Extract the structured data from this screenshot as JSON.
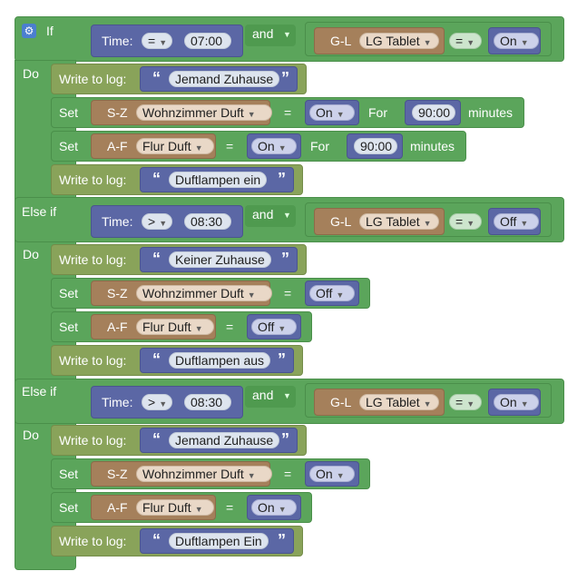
{
  "labels": {
    "if": "If",
    "do": "Do",
    "else_if": "Else if",
    "and": "and",
    "time": "Time:",
    "write_to_log": "Write to log:",
    "set": "Set",
    "for": "For",
    "minutes": "minutes",
    "quote_open": "“",
    "quote_close": "”"
  },
  "conditions": [
    {
      "op": "=",
      "time": "07:00",
      "device_prefix": "G-L",
      "device": "LG Tablet",
      "eq": "=",
      "value": "On"
    },
    {
      "op": ">",
      "time": "08:30",
      "device_prefix": "G-L",
      "device": "LG Tablet",
      "eq": "=",
      "value": "Off"
    },
    {
      "op": ">",
      "time": "08:30",
      "device_prefix": "G-L",
      "device": "LG Tablet",
      "eq": "=",
      "value": "On"
    }
  ],
  "branches": [
    {
      "log1": "Jemand Zuhause",
      "set1": {
        "prefix": "S-Z",
        "device": "Wohnzimmer Duft",
        "eq": "=",
        "value": "On",
        "for": "90:00"
      },
      "set2": {
        "prefix": "A-F",
        "device": "Flur Duft",
        "eq": "=",
        "value": "On",
        "for": "90:00"
      },
      "log2": "Duftlampen ein"
    },
    {
      "log1": "Keiner Zuhause",
      "set1": {
        "prefix": "S-Z",
        "device": "Wohnzimmer Duft",
        "eq": "=",
        "value": "Off"
      },
      "set2": {
        "prefix": "A-F",
        "device": "Flur Duft",
        "eq": "=",
        "value": "Off"
      },
      "log2": "Duftlampen aus"
    },
    {
      "log1": "Jemand Zuhause",
      "set1": {
        "prefix": "S-Z",
        "device": "Wohnzimmer Duft",
        "eq": "=",
        "value": "On"
      },
      "set2": {
        "prefix": "A-F",
        "device": "Flur Duft",
        "eq": "=",
        "value": "On"
      },
      "log2": "Duftlampen Ein"
    }
  ],
  "icons": {
    "settings": "gear-icon",
    "dropdown": "dropdown-arrow-icon"
  },
  "colors": {
    "logic": "#5ba55b",
    "log": "#89a35a",
    "value": "#5b67a5",
    "device": "#a5805b",
    "mutator": "#4b7fcf"
  }
}
